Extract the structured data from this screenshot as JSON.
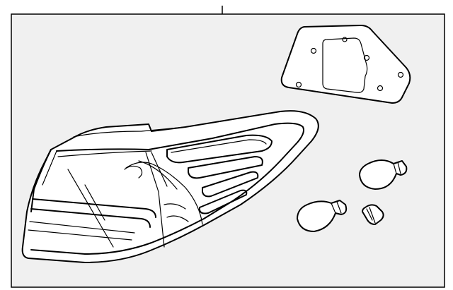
{
  "diagram": {
    "background_color": "#f0f0f0",
    "line_color": "#000000",
    "parts": [
      {
        "name": "tail-lamp-assembly",
        "icon": "tail-lamp-icon"
      },
      {
        "name": "gasket",
        "icon": "gasket-icon"
      },
      {
        "name": "bulb-large-upper",
        "icon": "bulb-icon"
      },
      {
        "name": "bulb-large-lower",
        "icon": "bulb-icon"
      },
      {
        "name": "bulb-small",
        "icon": "bulb-icon"
      }
    ]
  }
}
